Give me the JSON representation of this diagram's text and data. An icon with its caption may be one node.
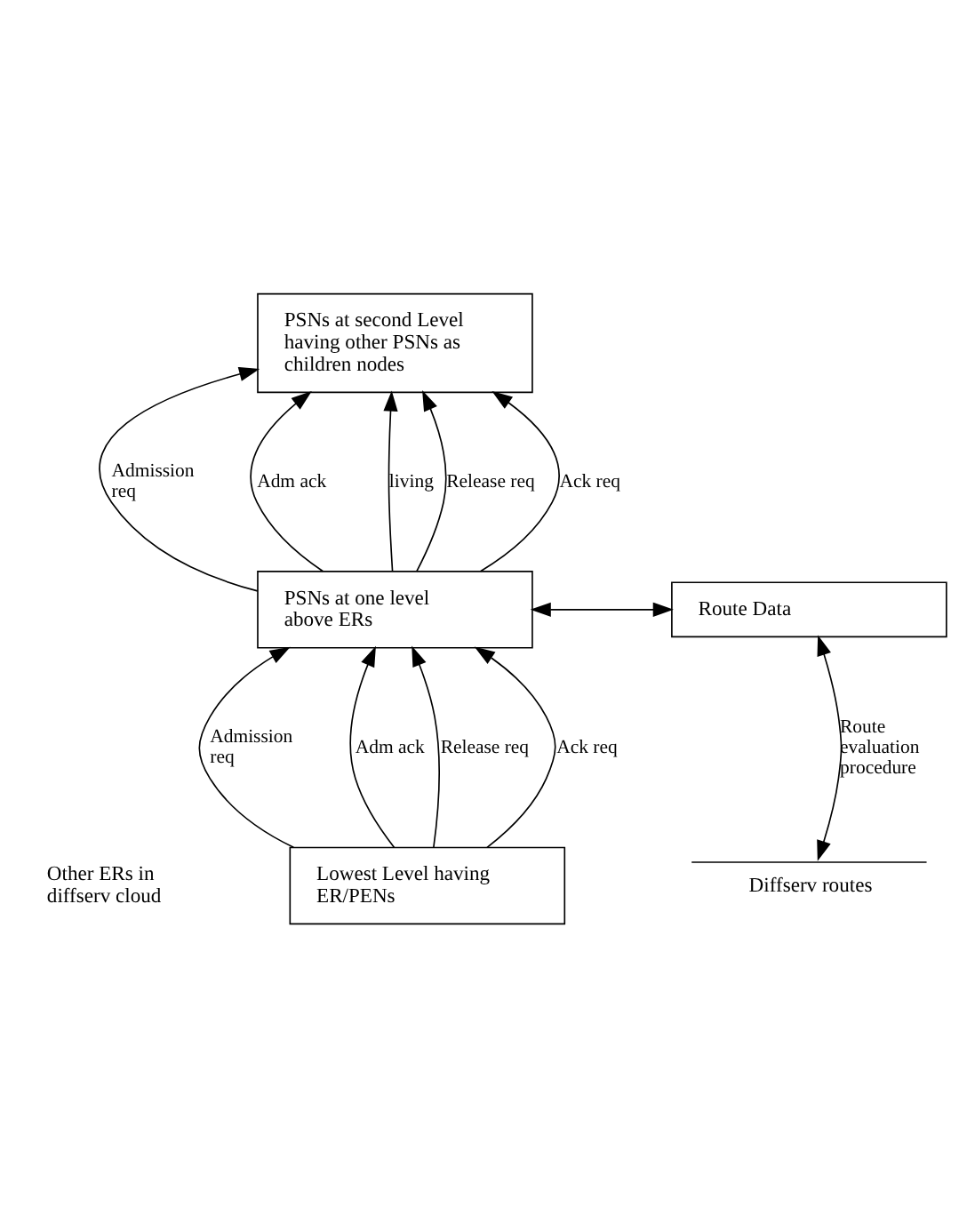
{
  "diagram": {
    "nodes": [
      {
        "text": [
          "PSNs at second Level having other PSNs as children nodes"
        ]
      },
      {
        "text": [
          "PSNs at one level above ERs"
        ]
      },
      {
        "text": [
          "Route Data"
        ]
      },
      {
        "text": [
          "Lowest Level having ER/PENs"
        ]
      },
      {
        "text": [
          "Diffserv routes"
        ]
      }
    ],
    "edges": [
      {
        "from": 1,
        "to": 0,
        "arrow": "to",
        "label": "Admission req"
      },
      {
        "from": 1,
        "to": 0,
        "arrow": "to",
        "label": "Adm ack"
      },
      {
        "from": 1,
        "to": 0,
        "arrow": "to",
        "label": "living"
      },
      {
        "from": 1,
        "to": 0,
        "arrow": "to",
        "label": "Release req"
      },
      {
        "from": 1,
        "to": 0,
        "arrow": "to",
        "label": "Ack req"
      },
      {
        "from": 1,
        "to": 2,
        "arrow": "both"
      },
      {
        "from": 3,
        "to": 1,
        "arrow": "to",
        "label": "Admission req"
      },
      {
        "from": 3,
        "to": 1,
        "arrow": "to",
        "label": "Adm ack"
      },
      {
        "from": 3,
        "to": 1,
        "arrow": "to",
        "label": "Release req"
      },
      {
        "from": 3,
        "to": 1,
        "arrow": "to",
        "label": "Ack req"
      },
      {
        "from": 2,
        "to": 4,
        "arrow": "both",
        "label": "Route evaluation procedure"
      }
    ],
    "labels": [
      "Other ERs in diffserv cloud"
    ]
  }
}
